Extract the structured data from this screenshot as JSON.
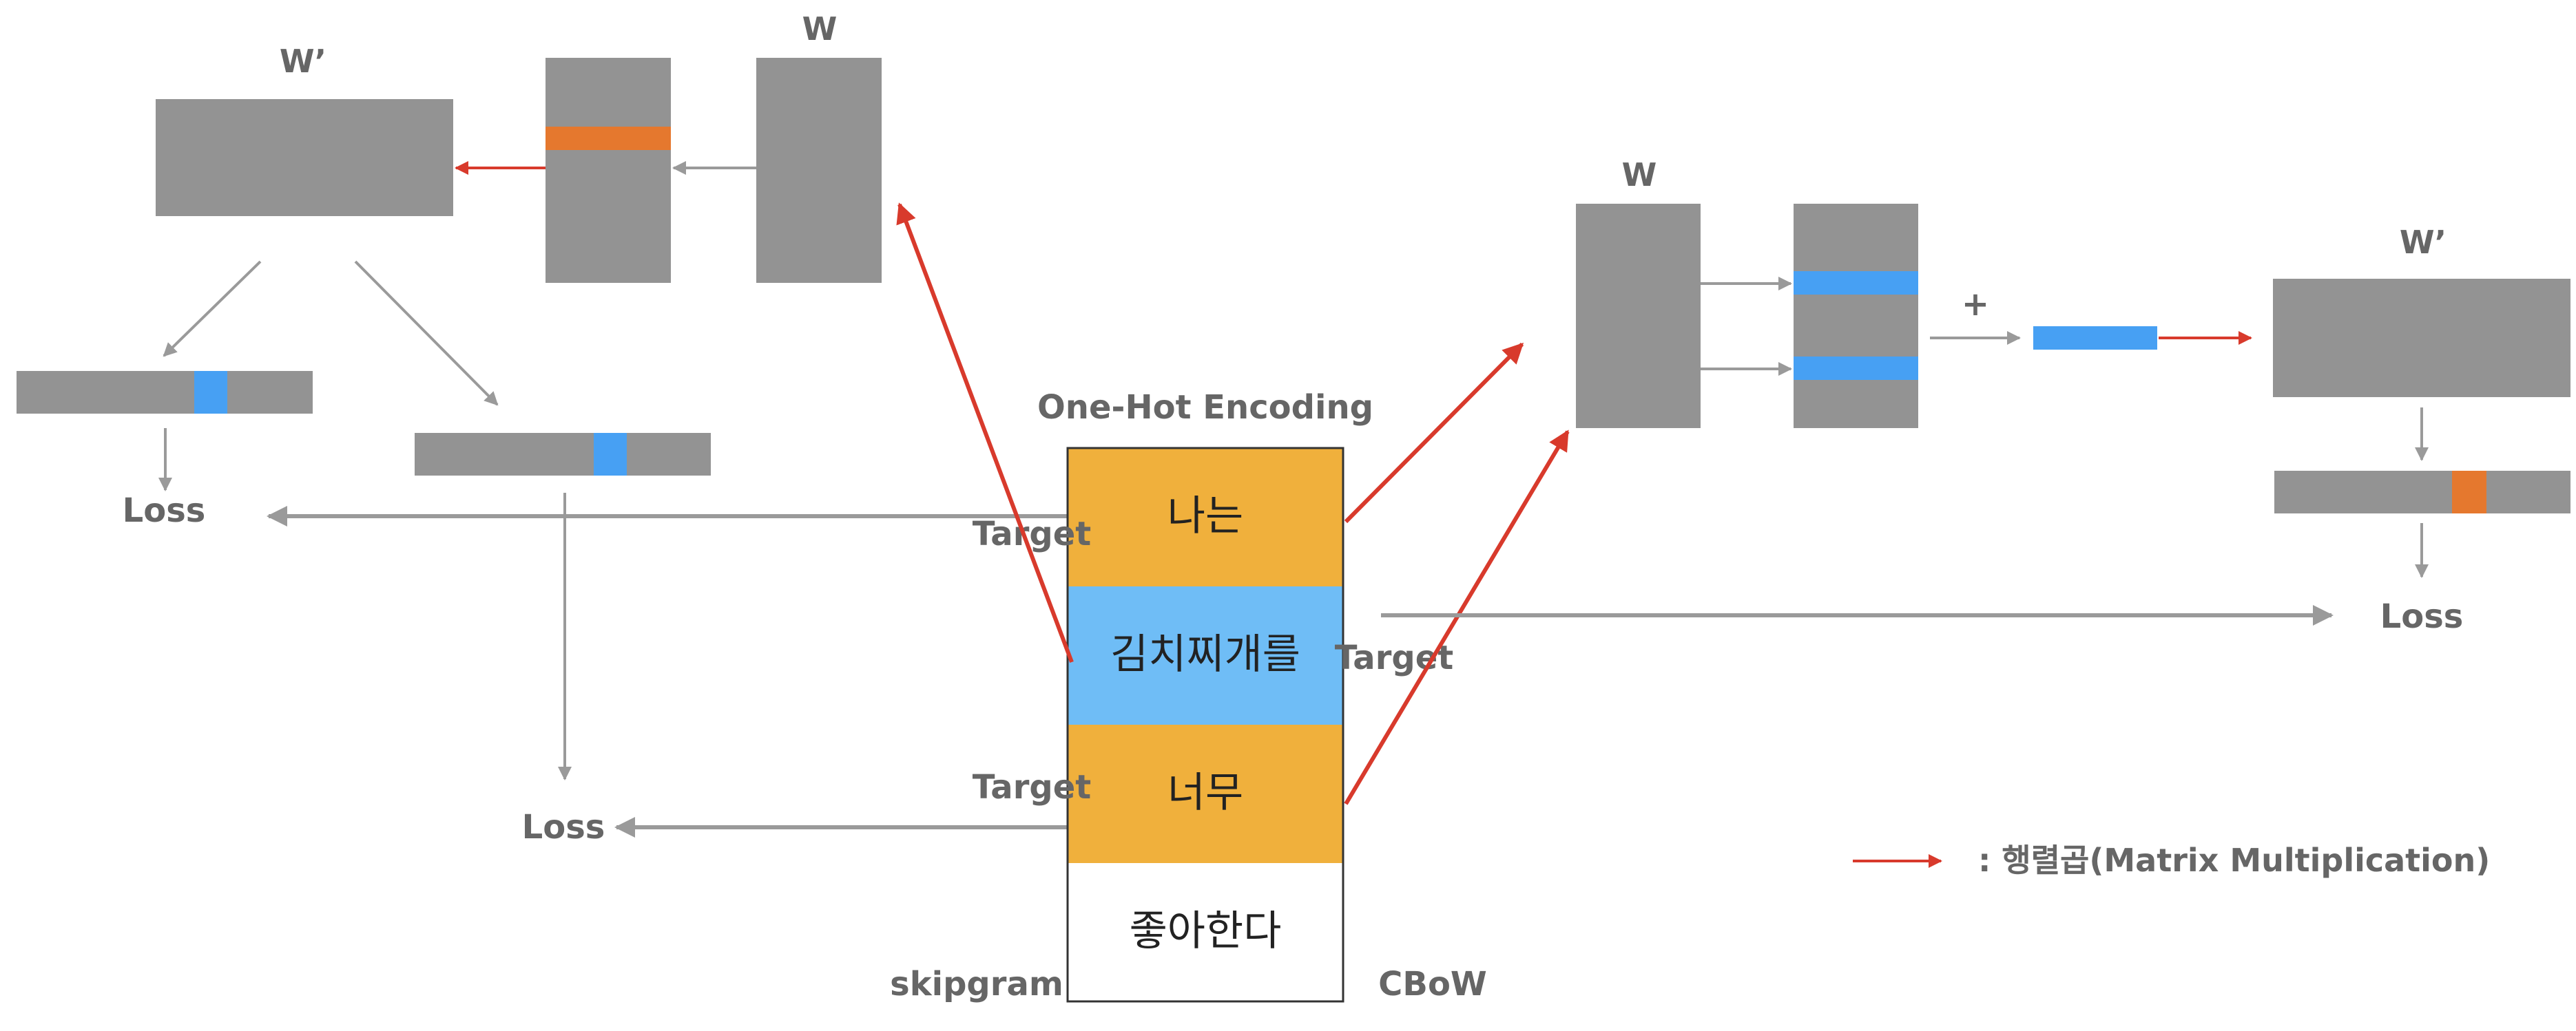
{
  "labels": {
    "w_top_left": "W",
    "w_prime_top_left": "W’",
    "w_right": "W",
    "w_prime_right": "W’",
    "one_hot_title": "One-Hot Encoding",
    "loss_upper_left": "Loss",
    "loss_lower_left": "Loss",
    "loss_right": "Loss",
    "target_upper": "Target",
    "target_middle": "Target",
    "target_lower": "Target",
    "plus_sign": "+",
    "skipgram": "skipgram",
    "cbow": "CBoW",
    "legend_text": ": 행렬곱(Matrix Multiplication)"
  },
  "words": [
    "나는",
    "김치찌개를",
    "너무",
    "좋아한다"
  ],
  "colors": {
    "matrix_gray": "#939393",
    "word_orange": "#f0b03c",
    "word_blue": "#6fbdf6",
    "word_white": "#ffffff",
    "row_orange": "#e5782e",
    "row_blue": "#47a0f3",
    "arrow_red": "#d83a2c",
    "arrow_gray": "#9a9a9a",
    "label_gray": "#666666"
  }
}
